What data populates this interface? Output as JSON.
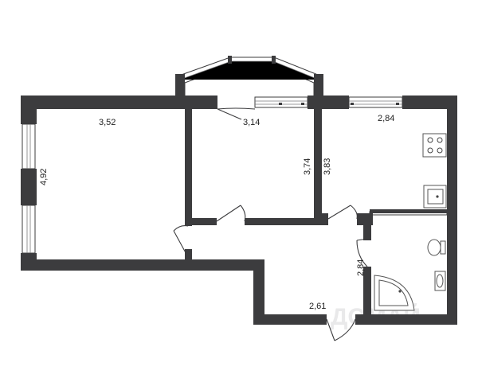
{
  "plan": {
    "dimensions": {
      "room1_width": "3,52",
      "room1_height": "4,92",
      "room2_width": "3,14",
      "room2_height": "3,74",
      "kitchen_height": "3,83",
      "kitchen_width": "2,84",
      "bath_height": "2,84",
      "hall_width": "2,61"
    },
    "watermark": "ДОМАЙ"
  },
  "colors": {
    "wall": "#3c3c3e",
    "background": "#ffffff"
  }
}
